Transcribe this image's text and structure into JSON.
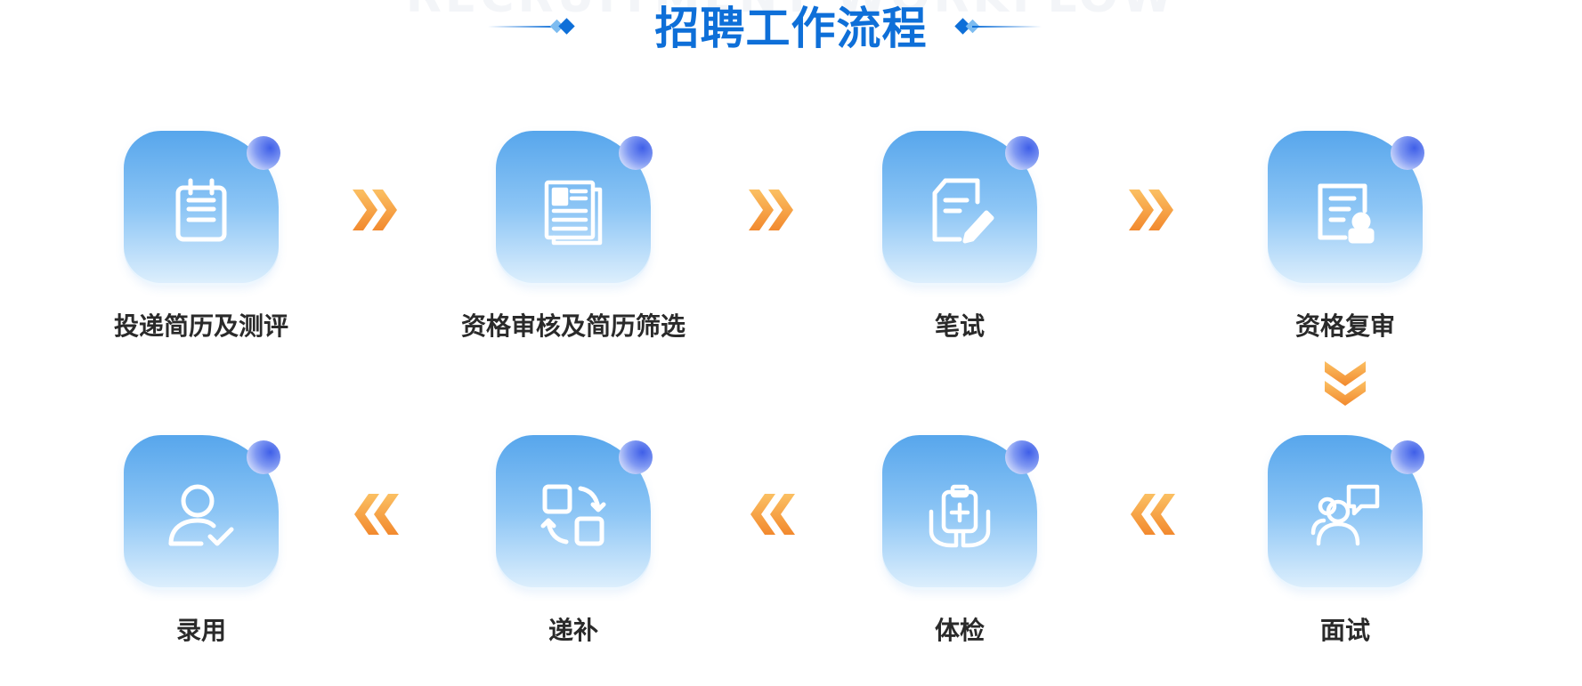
{
  "header": {
    "background_text": "RECRUITMENT WORKFLOW",
    "title": "招聘工作流程"
  },
  "steps": [
    {
      "label": "投递简历及测评",
      "icon": "calendar-icon"
    },
    {
      "label": "资格审核及简历筛选",
      "icon": "resume-document-icon"
    },
    {
      "label": "笔试",
      "icon": "document-edit-icon"
    },
    {
      "label": "资格复审",
      "icon": "certificate-review-icon"
    },
    {
      "label": "面试",
      "icon": "interview-chat-icon"
    },
    {
      "label": "体检",
      "icon": "medical-checkup-icon"
    },
    {
      "label": "递补",
      "icon": "swap-replace-icon"
    },
    {
      "label": "录用",
      "icon": "user-check-icon"
    }
  ],
  "colors": {
    "title": "#0e6fd8",
    "tile_top": "#57a6ec",
    "tile_bottom": "#dff0fd",
    "arrow_orange": "#f29a3a",
    "label": "#2a2a2a"
  }
}
